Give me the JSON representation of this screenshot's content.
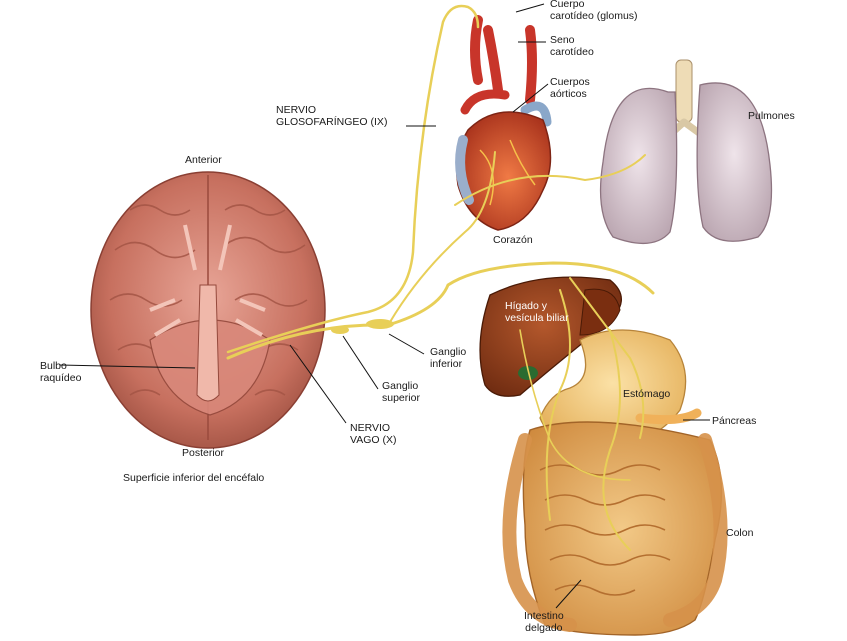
{
  "labels": {
    "carotid_body": "Cuerpo\ncarotídeo (glomus)",
    "carotid_sinus": "Seno\ncarotídeo",
    "aortic_bodies": "Cuerpos\naórticos",
    "glossopharyngeal_nerve": "NERVIO\nGLOSOFARÍNGEO (IX)",
    "lungs": "Pulmones",
    "heart": "Corazón",
    "anterior": "Anterior",
    "posterior": "Posterior",
    "medulla": "Bulbo\nraquídeo",
    "brain_caption": "Superficie inferior del encéfalo",
    "liver": "Hígado y\nvesícula biliar",
    "inferior_ganglion": "Ganglio\ninferior",
    "superior_ganglion": "Ganglio\nsuperior",
    "vagus_nerve": "NERVIO\nVAGO (X)",
    "stomach": "Estómago",
    "pancreas": "Páncreas",
    "colon": "Colon",
    "small_intestine": "Intestino\ndelgado"
  },
  "colors": {
    "nerve": "#e8cf58",
    "brain": "#cc7a6c",
    "heart": "#d9472c",
    "lung": "#d8c8cf",
    "liver": "#8e3a1a",
    "stomach": "#f1c87a",
    "intestine": "#e2a85a"
  }
}
